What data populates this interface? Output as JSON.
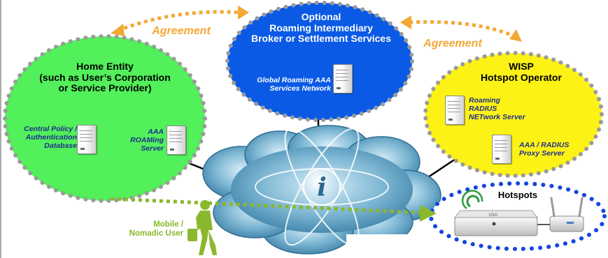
{
  "home_entity": {
    "title": "Home Entity\n(such as User’s Corporation\nor Service Provider)",
    "policy_label": "Central Policy /\nAuthentication\nDatabase",
    "roaming_label": "AAA\nROAMing\nServer"
  },
  "broker": {
    "title": "Optional\nRoaming Intermediary\nBroker or Settlement Services",
    "network_label": "Global Roaming AAA\nServices Network"
  },
  "wisp": {
    "title": "WISP\nHotspot Operator",
    "radius_label": "Roaming\nRADIUS\nNETwork Server",
    "proxy_label": "AAA / RADIUS\nProxy Server"
  },
  "agreement_left": "Agreement",
  "agreement_right": "Agreement",
  "hotspots_label": "Hotspots",
  "user_label": "Mobile /\nNomadic User",
  "cloud_icon": "info-i",
  "colors": {
    "home_fill": "#52f05a",
    "broker_fill": "#0a5ae6",
    "wisp_fill": "#fdf215",
    "dots": "#9a9a9a",
    "agreement": "#f3a836",
    "mobile_arrow": "#8ab82c",
    "hotspot_ring": "#1446e0"
  }
}
